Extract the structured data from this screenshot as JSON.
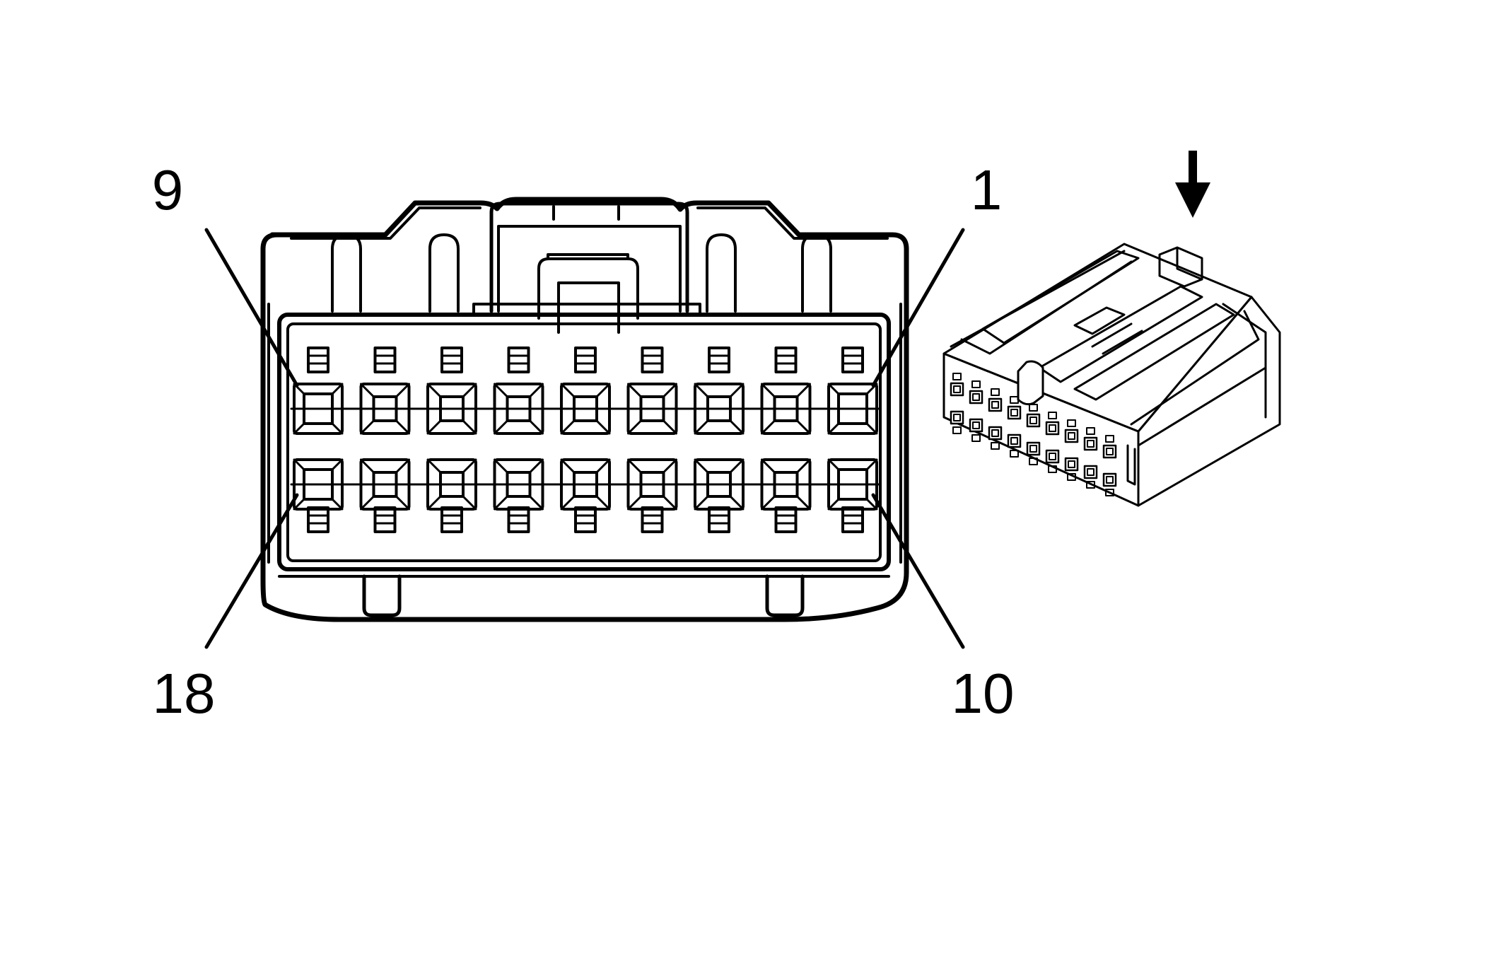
{
  "labels": {
    "top_left": "9",
    "top_right": "1",
    "bottom_left": "18",
    "bottom_right": "10"
  },
  "connector": {
    "pins_per_row": 9,
    "rows": 2,
    "total_pins": 18
  },
  "colors": {
    "line": "#000000",
    "background": "#ffffff"
  },
  "icons": {
    "insertion_arrow": "down-arrow-icon"
  }
}
